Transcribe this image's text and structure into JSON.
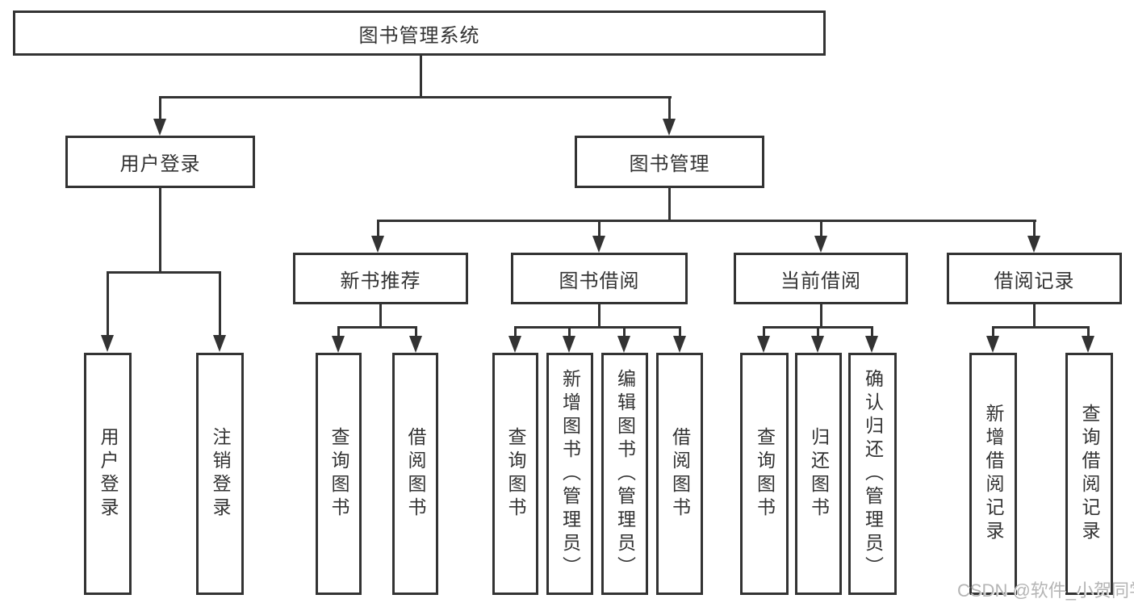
{
  "diagram": {
    "type": "tree",
    "title": "图书管理系统",
    "hierarchy": {
      "图书管理系统": {
        "用户登录": [
          "用户登录",
          "注销登录"
        ],
        "图书管理": {
          "新书推荐": [
            "查询图书",
            "借阅图书"
          ],
          "图书借阅": [
            "查询图书",
            "新增图书（管理员）",
            "编辑图书（管理员）",
            "借阅图书"
          ],
          "当前借阅": [
            "查询图书",
            "归还图书",
            "确认归还（管理员）"
          ],
          "借阅记录": [
            "新增借阅记录",
            "查询借阅记录"
          ]
        }
      }
    }
  },
  "nodes": {
    "root": "图书管理系统",
    "user_login": "用户登录",
    "book_mgmt": "图书管理",
    "new_book_rec": "新书推荐",
    "book_borrow": "图书借阅",
    "current_borrow": "当前借阅",
    "borrow_record": "借阅记录",
    "leaf_user_login": "用户登录",
    "leaf_logout": "注销登录",
    "leaf_nbr_query": "查询图书",
    "leaf_nbr_borrow": "借阅图书",
    "leaf_bb_query": "查询图书",
    "leaf_bb_add": "新增图书（管理员）",
    "leaf_bb_edit": "编辑图书（管理员）",
    "leaf_bb_borrow": "借阅图书",
    "leaf_cb_query": "查询图书",
    "leaf_cb_return": "归还图书",
    "leaf_cb_confirm": "确认归还（管理员）",
    "leaf_br_add": "新增借阅记录",
    "leaf_br_query": "查询借阅记录"
  },
  "watermark": "CSDN @软件_小贺同学",
  "colors": {
    "line": "#333333",
    "text": "#333333",
    "watermark": "#b5b5b5",
    "background": "#ffffff"
  }
}
